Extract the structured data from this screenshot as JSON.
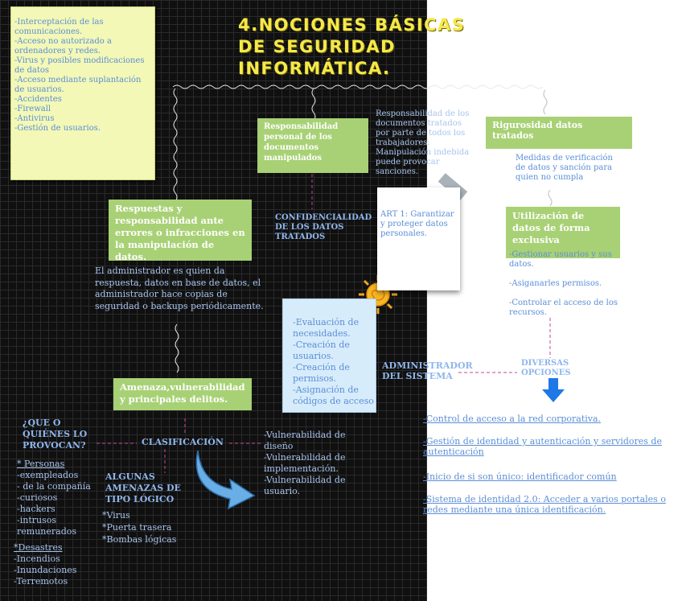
{
  "title": "4.NOCIONES BÁSICAS DE SEGURIDAD INFORMÁTICA.",
  "topics_note": "-Interceptación de las comunicaciones.\n-Acceso no autorizado a ordenadores y redes.\n-Virus y posibles modificaciones de datos\n-Acceso mediante suplantación de usuarios.\n-Accidentes\n-Firewall\n-Antivirus\n-Gestión de usuarios.",
  "node_responsabilidad_personal": "Responsabilidad personal de los documentos manipulados",
  "text_responsabilidad_documentos": "Responsabilidad de los documentos tratados por parte de todos los trabajadores.\nManipulación indebida puede provocar sanciones.",
  "node_rigurosidad": "Rigurosidad datos tratados",
  "text_medidas": "Medidas de verificación de datos y sanción para quien no cumpla",
  "node_respuestas": "Respuestas y responsabilidad ante errores o infracciones en la manipulación de datos.",
  "label_confidencialidad": "CONFIDENCIALIDAD DE LOS DATOS TRATADOS",
  "note_art1": "ART 1: Garantizar y proteger datos personales.",
  "node_utilizacion": "Utilización de datos de forma exclusiva",
  "text_utilizacion": "-Gestionar usuarios y sus datos.\n\n-Asiganarles permisos.\n\n-Controlar el acceso de los recursos.",
  "text_administrador_desc": "El administrador es quien da respuesta, datos en base de datos, el administrador hace copias de seguridad o backups periódicamente.",
  "note_admin_tareas": "-Evaluación de necesidades.\n-Creación de usuarios.\n-Creación de permisos.\n-Asignación de códigos de acceso",
  "label_administrador": "ADMINISTRADOR DEL SISTEMA",
  "label_diversas": "DIVERSAS OPCIONES",
  "node_amenaza": "Amenaza,vulnerabilidad y principales delitos.",
  "label_quien": "¿QUE O QUIÉNES LO PROVOCAN?",
  "label_clasificacion": "CLASIFICACIÓN",
  "text_vulnerabilidades": "-Vulnerabilidad de diseño\n-Vulnerabilidad de implementación.\n-Vulnerabilidad de usuario.",
  "label_amenazas_logico": "ALGUNAS AMENAZAS DE TIPO LÓGICO",
  "text_amenazas_logico": "*Virus\n*Puerta trasera\n*Bombas lógicas",
  "personas_heading": "* Personas",
  "personas_list": "-exempleados\n- de la compañía\n-curiosos\n-hackers\n-intrusos remunerados",
  "desastres_heading": "*Desastres",
  "desastres_list": "-Incendios\n-Inundaciones\n-Terremotos",
  "opciones": [
    "-Control de acceso a la red corporativa.",
    "-Gestión de identidad y autenticación y servidores de autenticación",
    "-Inicio de si son único: identificador común",
    "-Sistema de identidad 2.0: Acceder a varios portales o redes mediante una única identificación."
  ]
}
